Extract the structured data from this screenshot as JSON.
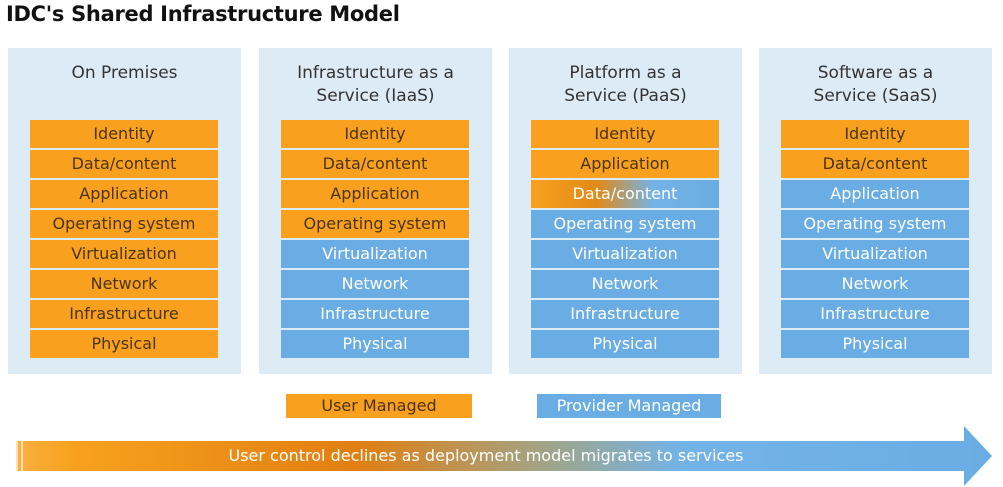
{
  "title": "IDC's Shared Infrastructure Model",
  "colors": {
    "user_managed": "#f9a11e",
    "provider_managed": "#6aade4",
    "panel_background": "#ddebf7"
  },
  "panels": [
    {
      "title_line1": "On Premises",
      "title_line2": "",
      "layers": [
        {
          "label": "Identity",
          "managed_by": "user"
        },
        {
          "label": "Data/content",
          "managed_by": "user"
        },
        {
          "label": "Application",
          "managed_by": "user"
        },
        {
          "label": "Operating system",
          "managed_by": "user"
        },
        {
          "label": "Virtualization",
          "managed_by": "user"
        },
        {
          "label": "Network",
          "managed_by": "user"
        },
        {
          "label": "Infrastructure",
          "managed_by": "user"
        },
        {
          "label": "Physical",
          "managed_by": "user"
        }
      ]
    },
    {
      "title_line1": "Infrastructure as a",
      "title_line2": "Service (IaaS)",
      "layers": [
        {
          "label": "Identity",
          "managed_by": "user"
        },
        {
          "label": "Data/content",
          "managed_by": "user"
        },
        {
          "label": "Application",
          "managed_by": "user"
        },
        {
          "label": "Operating system",
          "managed_by": "user"
        },
        {
          "label": "Virtualization",
          "managed_by": "provider"
        },
        {
          "label": "Network",
          "managed_by": "provider"
        },
        {
          "label": "Infrastructure",
          "managed_by": "provider"
        },
        {
          "label": "Physical",
          "managed_by": "provider"
        }
      ]
    },
    {
      "title_line1": "Platform as a",
      "title_line2": "Service (PaaS)",
      "layers": [
        {
          "label": "Identity",
          "managed_by": "user"
        },
        {
          "label": "Application",
          "managed_by": "user"
        },
        {
          "label": "Data/content",
          "managed_by": "shared"
        },
        {
          "label": "Operating system",
          "managed_by": "provider"
        },
        {
          "label": "Virtualization",
          "managed_by": "provider"
        },
        {
          "label": "Network",
          "managed_by": "provider"
        },
        {
          "label": "Infrastructure",
          "managed_by": "provider"
        },
        {
          "label": "Physical",
          "managed_by": "provider"
        }
      ]
    },
    {
      "title_line1": "Software as a",
      "title_line2": "Service (SaaS)",
      "layers": [
        {
          "label": "Identity",
          "managed_by": "user"
        },
        {
          "label": "Data/content",
          "managed_by": "user"
        },
        {
          "label": "Application",
          "managed_by": "provider"
        },
        {
          "label": "Operating system",
          "managed_by": "provider"
        },
        {
          "label": "Virtualization",
          "managed_by": "provider"
        },
        {
          "label": "Network",
          "managed_by": "provider"
        },
        {
          "label": "Infrastructure",
          "managed_by": "provider"
        },
        {
          "label": "Physical",
          "managed_by": "provider"
        }
      ]
    }
  ],
  "legend": {
    "user_label": "User Managed",
    "provider_label": "Provider Managed"
  },
  "arrow": {
    "label": "User control declines as deployment model migrates to services"
  }
}
